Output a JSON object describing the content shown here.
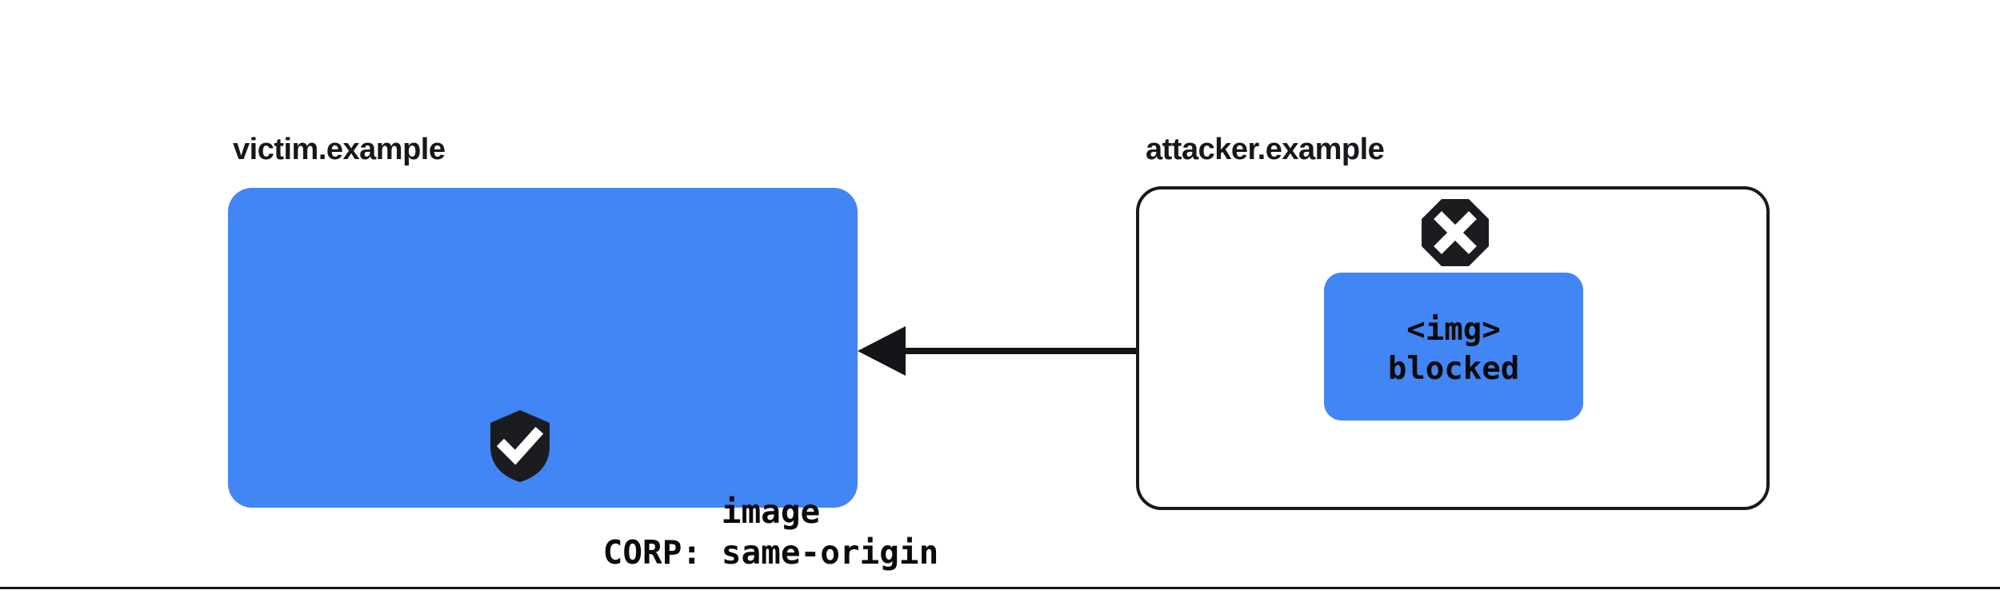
{
  "diagram": {
    "type": "security-boundary-diagram",
    "topic": "Cross-Origin Resource Policy (CORP) blocking a cross-origin image request",
    "colors": {
      "origin_fill": "#4285f4",
      "ink": "#18191c",
      "label_text": "#15171a",
      "background": "#ffffff",
      "badge_white": "#ffffff"
    }
  },
  "victim_origin": {
    "label": "victim.example",
    "status_icon": "shield-check-icon",
    "status_meaning": "protected",
    "resource": {
      "name": "image",
      "header_line": "CORP: same-origin",
      "full_text": "image\nCORP: same-origin"
    }
  },
  "attacker_origin": {
    "label": "attacker.example",
    "status_icon": "octagon-x-icon",
    "status_meaning": "blocked",
    "element": {
      "tag": "<img>",
      "state": "blocked",
      "full_text": "<img>\nblocked"
    }
  },
  "arrow": {
    "name": "cross-origin-request-arrow",
    "direction": "right-to-left",
    "from": "attacker.example",
    "to": "victim.example",
    "label": ""
  }
}
